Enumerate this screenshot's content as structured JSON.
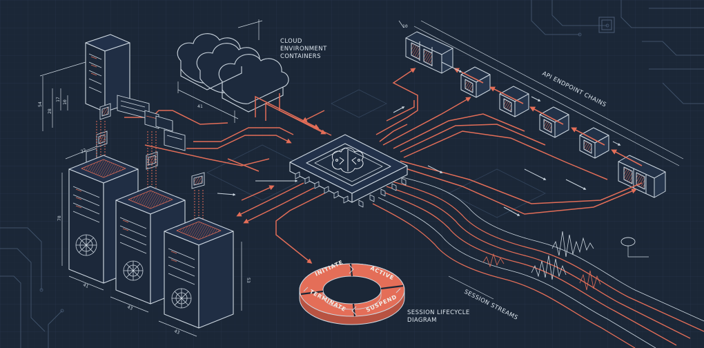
{
  "labels": {
    "cloud_line1": "CLOUD",
    "cloud_line2": "ENVIRONMENT",
    "cloud_line3": "CONTAINERS",
    "api_chains": "API ENDPOINT CHAINS",
    "session_streams": "SESSION STREAMS",
    "lifecycle_line1": "SESSION LIFECYCLE",
    "lifecycle_line2": "DIAGRAM"
  },
  "lifecycle_states": {
    "initiate": "INITIATE",
    "active": "ACTIVE",
    "suspend": "SUSPEND",
    "terminate": "TERMINATE"
  },
  "dimensions": {
    "cloud_width": "41",
    "top_right": "10",
    "server_height": "54",
    "server_mid": "28",
    "server_lower": "17",
    "server_small": "10",
    "rack_depth": "22",
    "rack_height": "78",
    "rack_side": "53",
    "rack_base_a": "41",
    "rack_base_b": "43",
    "rack_base_c": "43"
  },
  "colors": {
    "background": "#1b2737",
    "line": "#cfd9e2",
    "accent": "#e46e58",
    "grid": "#26344a"
  }
}
